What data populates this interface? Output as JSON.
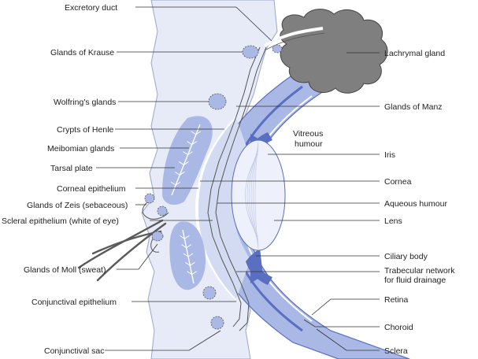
{
  "labels_left": [
    "Excretory duct",
    "Glands of Krause",
    "Wolfring's glands",
    "Crypts of Henle",
    "Meibomian glands",
    "Tarsal plate",
    "Corneal epithelium",
    "Glands of Zeis (sebaceous)",
    "Scleral epithelium (white of eye)",
    "Glands of Moll (sweat)",
    "Conjunctival epithelium",
    "Conjunctival sac"
  ],
  "labels_right": [
    "Lachrymal gland",
    "Glands of Manz",
    "Iris",
    "Cornea",
    "Aqueous humour",
    "Lens",
    "Ciliary body",
    "Trabecular network",
    "for fluid drainage",
    "Retina",
    "Choroid",
    "Sclera"
  ],
  "inner_label": [
    "Vitreous",
    "humour"
  ],
  "colors": {
    "tissue": "#e6ebf7",
    "tissue_edge": "#9aa6c8",
    "accent": "#5a6fc0",
    "accent_light": "#aab8e6",
    "gland_grey": "#7f7f7f",
    "lash": "#5a5a5a"
  }
}
